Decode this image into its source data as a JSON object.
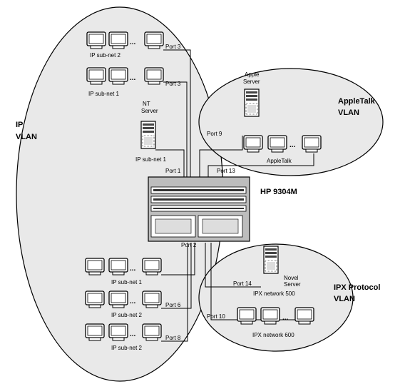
{
  "vlans": {
    "ip": {
      "line1": "IP",
      "line2": "VLAN"
    },
    "appletalk": {
      "line1": "AppleTalk",
      "line2": "VLAN"
    },
    "ipx": {
      "line1": "IPX Protocol",
      "line2": "VLAN"
    }
  },
  "switch": {
    "label": "HP 9304M"
  },
  "servers": {
    "apple": {
      "line1": "Apple",
      "line2": "Server"
    },
    "nt": {
      "line1": "NT",
      "line2": "Server"
    },
    "novell": {
      "line1": "Novel",
      "line2": "Server"
    }
  },
  "subnets": {
    "top_ip2": "IP sub-net 2",
    "top_ip1": "IP sub-net 1",
    "nt_ip1": "IP sub-net 1",
    "bot_ip1": "IP sub-net 1",
    "bot_ip2a": "IP sub-net 2",
    "bot_ip2b": "IP sub-net 2",
    "appletalk": "AppleTalk",
    "ipx500": "IPX network 500",
    "ipx600": "IPX network 600"
  },
  "ports": {
    "p3a": "Port 3",
    "p3b": "Port 3",
    "p1": "Port 1",
    "p2": "Port 2",
    "p6": "Port 6",
    "p8": "Port 8",
    "p9": "Port 9",
    "p13": "Port 13",
    "p14": "Port 14",
    "p10": "Port 10"
  },
  "ellipsis": "..."
}
